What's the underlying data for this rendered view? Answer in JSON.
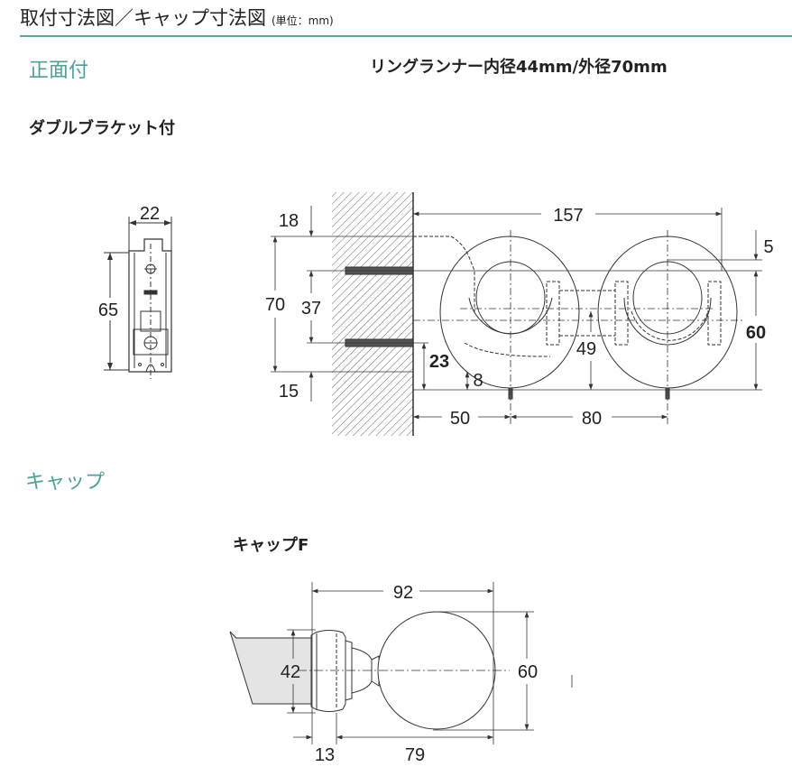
{
  "header": {
    "title": "取付寸法図／キャップ寸法図",
    "unit": "(単位：mm)",
    "accent_color": "#5aa9a0"
  },
  "front": {
    "section_label": "正面付",
    "spec": "リングランナー内径44mm/外径70mm",
    "subtitle": "ダブルブラケット付",
    "bracket_side": {
      "width": "22",
      "height": "65"
    },
    "dims": {
      "d157": "157",
      "d18": "18",
      "d70": "70",
      "d37": "37",
      "d15": "15",
      "d23": "23",
      "d8": "8",
      "d49": "49",
      "d5": "5",
      "d60": "60",
      "d50": "50",
      "d80": "80"
    }
  },
  "cap": {
    "section_label": "キャップ",
    "subtitle": "キャップF",
    "dims": {
      "d92": "92",
      "d42": "42",
      "d60": "60",
      "d13": "13",
      "d79": "79"
    }
  }
}
